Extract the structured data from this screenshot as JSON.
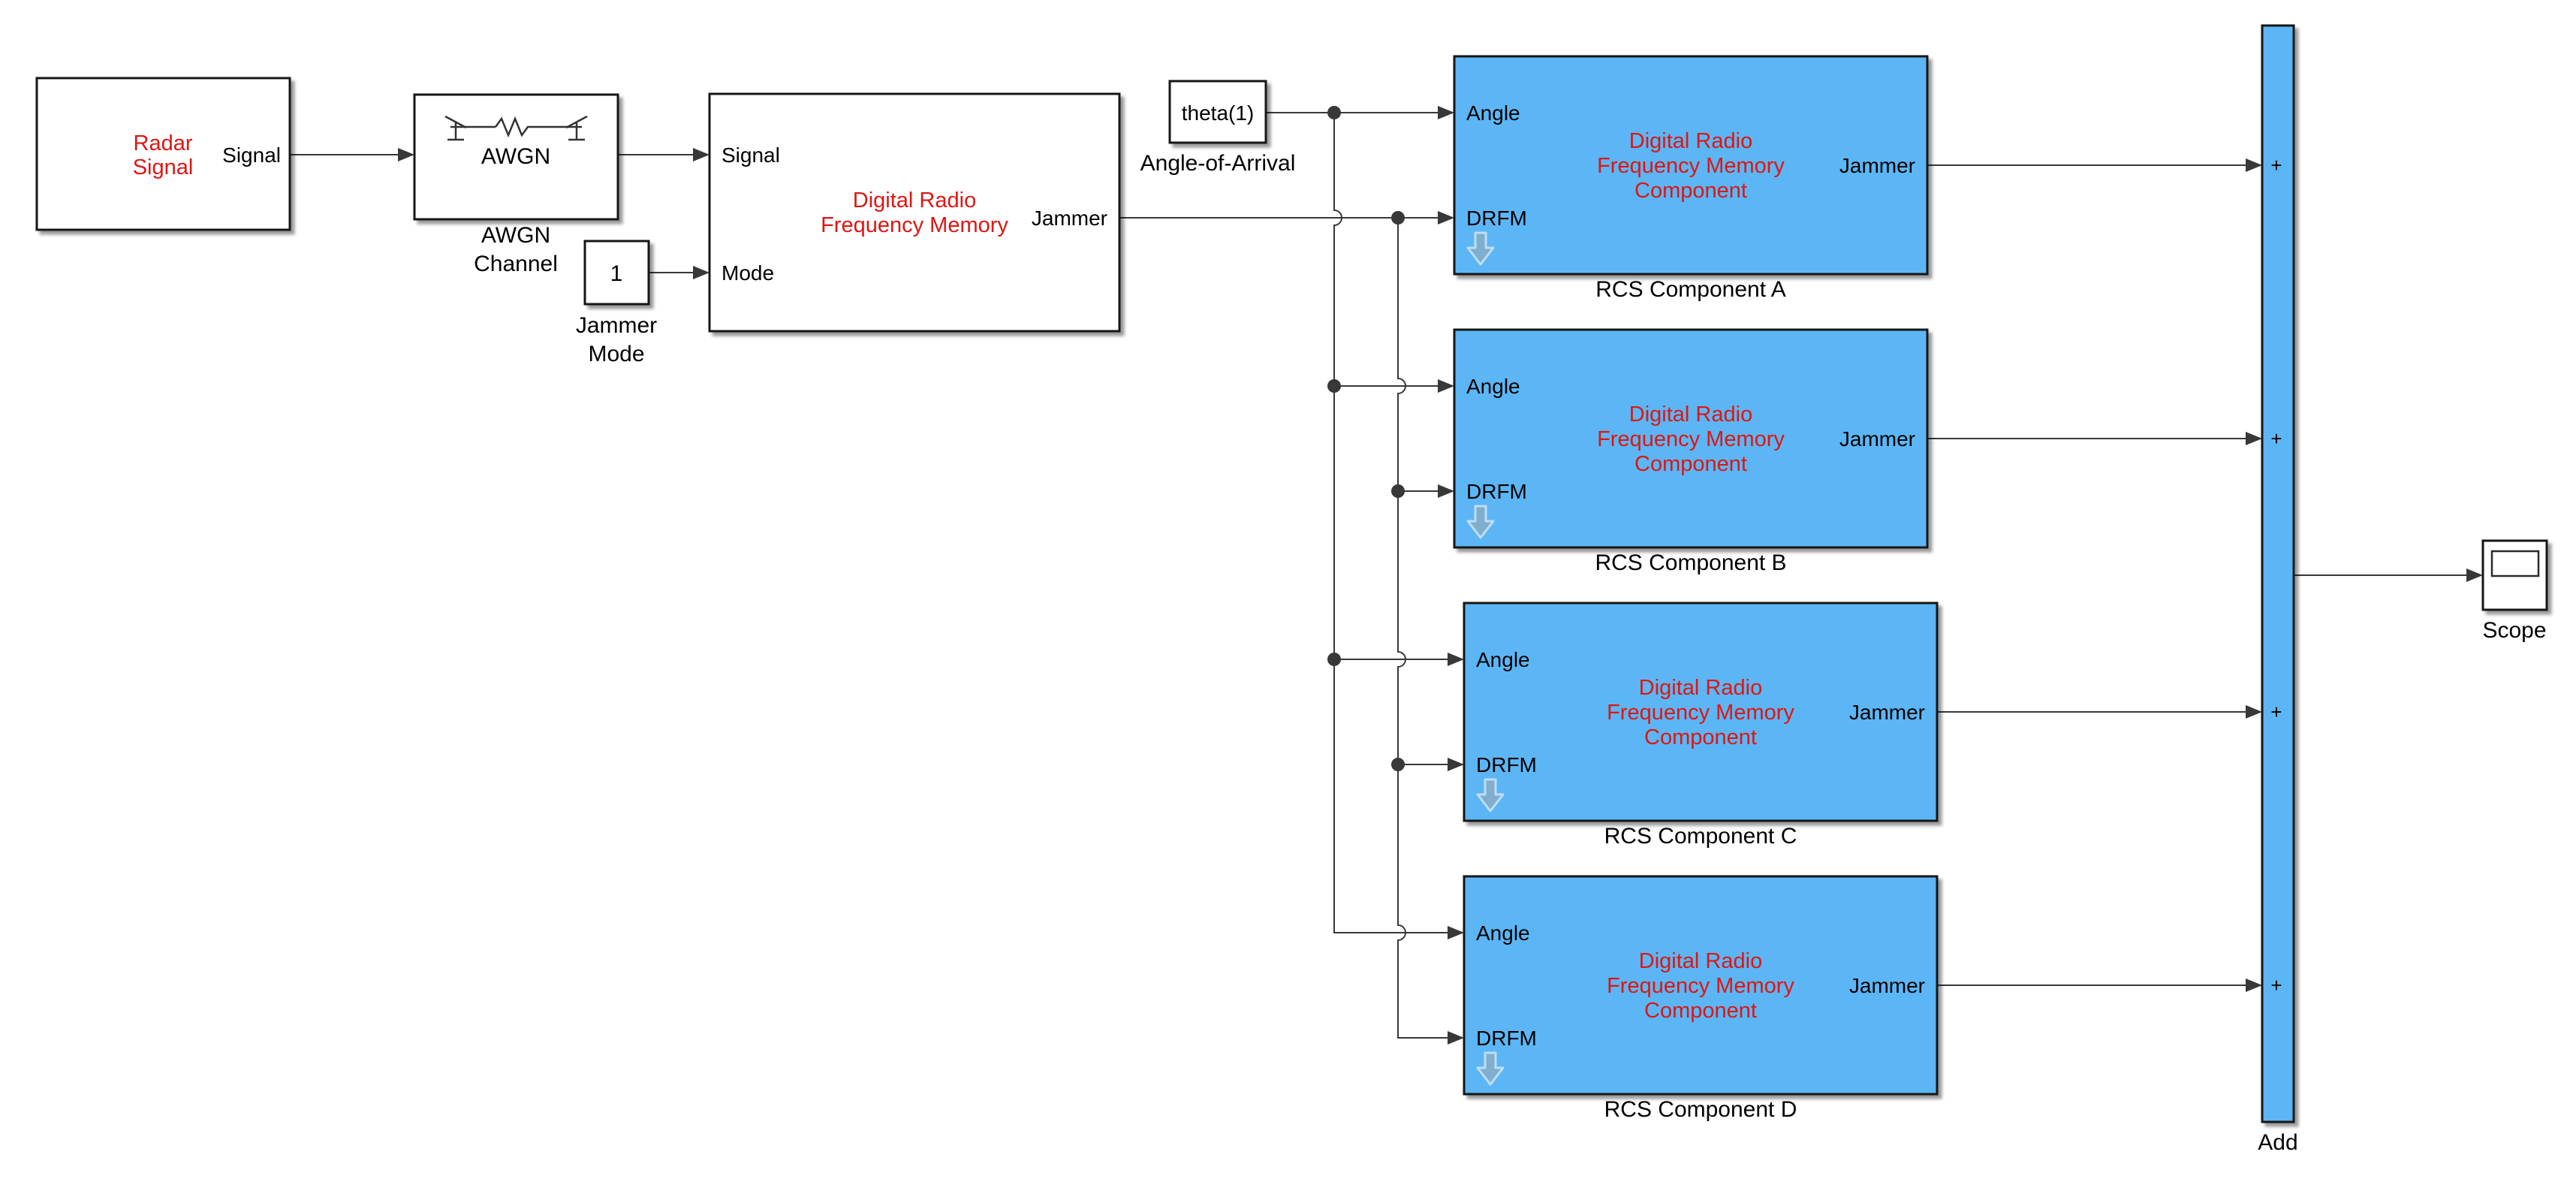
{
  "colors": {
    "block_blue": "#5BB6F5",
    "red_text": "#DE1612",
    "wire": "#383838",
    "badge_blue": "#7FAECE"
  },
  "radar": {
    "title_lines": [
      "Radar",
      "Signal"
    ],
    "out_port": "Signal"
  },
  "awgn": {
    "text": "AWGN",
    "label_lines": [
      "AWGN",
      "Channel"
    ]
  },
  "jammer_mode": {
    "value": "1",
    "label_lines": [
      "Jammer",
      "Mode"
    ]
  },
  "drfm": {
    "title_lines": [
      "Digital Radio",
      "Frequency Memory"
    ],
    "in_port_1": "Signal",
    "in_port_2": "Mode",
    "out_port": "Jammer"
  },
  "angle_of_arrival": {
    "value": "theta(1)",
    "label": "Angle-of-Arrival"
  },
  "rcs": {
    "title_lines": [
      "Digital Radio",
      "Frequency Memory",
      "Component"
    ],
    "in_port_1": "Angle",
    "in_port_2": "DRFM",
    "out_port": "Jammer",
    "items": [
      {
        "label": "RCS Component A"
      },
      {
        "label": "RCS Component B"
      },
      {
        "label": "RCS Component C"
      },
      {
        "label": "RCS Component D"
      }
    ]
  },
  "add": {
    "label": "Add",
    "plus": "+"
  },
  "scope": {
    "label": "Scope"
  }
}
